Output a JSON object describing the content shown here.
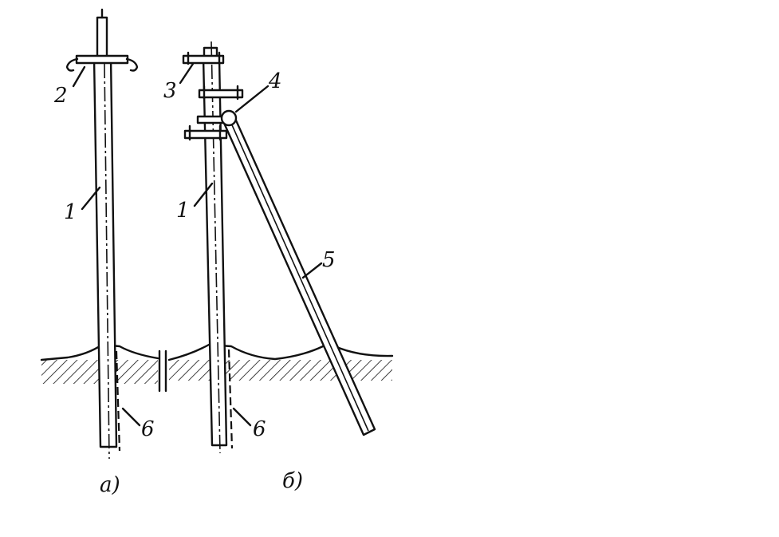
{
  "labels": {
    "pole_a": "1",
    "hook_a": "2",
    "pole_b": "1",
    "crossarm_b": "3",
    "joint_b": "4",
    "brace_b": "5",
    "footing_a": "6",
    "footing_b": "6"
  },
  "captions": {
    "a": "а)",
    "b": "б)"
  }
}
